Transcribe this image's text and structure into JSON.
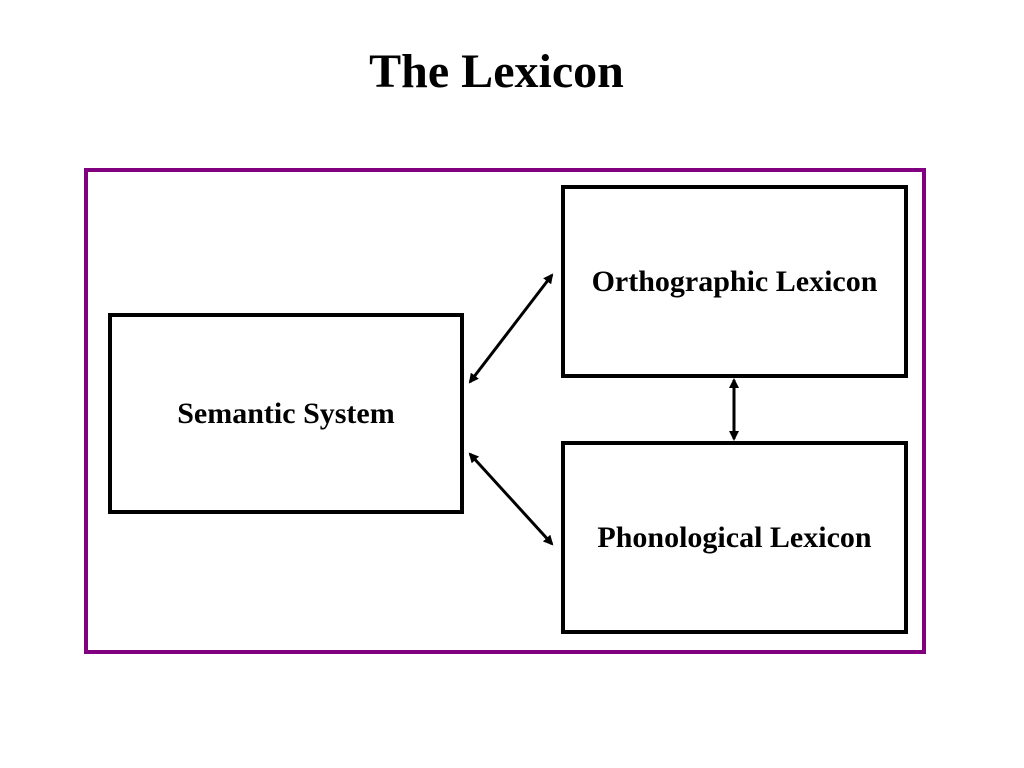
{
  "title": "The Lexicon",
  "frame_color": "#800080",
  "nodes": {
    "semantic": {
      "label": "Semantic System"
    },
    "orthographic": {
      "label": "Orthographic Lexicon"
    },
    "phonological": {
      "label": "Phonological Lexicon"
    }
  },
  "connections": [
    {
      "from": "semantic",
      "to": "orthographic",
      "direction": "bidirectional"
    },
    {
      "from": "semantic",
      "to": "phonological",
      "direction": "bidirectional"
    },
    {
      "from": "orthographic",
      "to": "phonological",
      "direction": "bidirectional"
    }
  ]
}
